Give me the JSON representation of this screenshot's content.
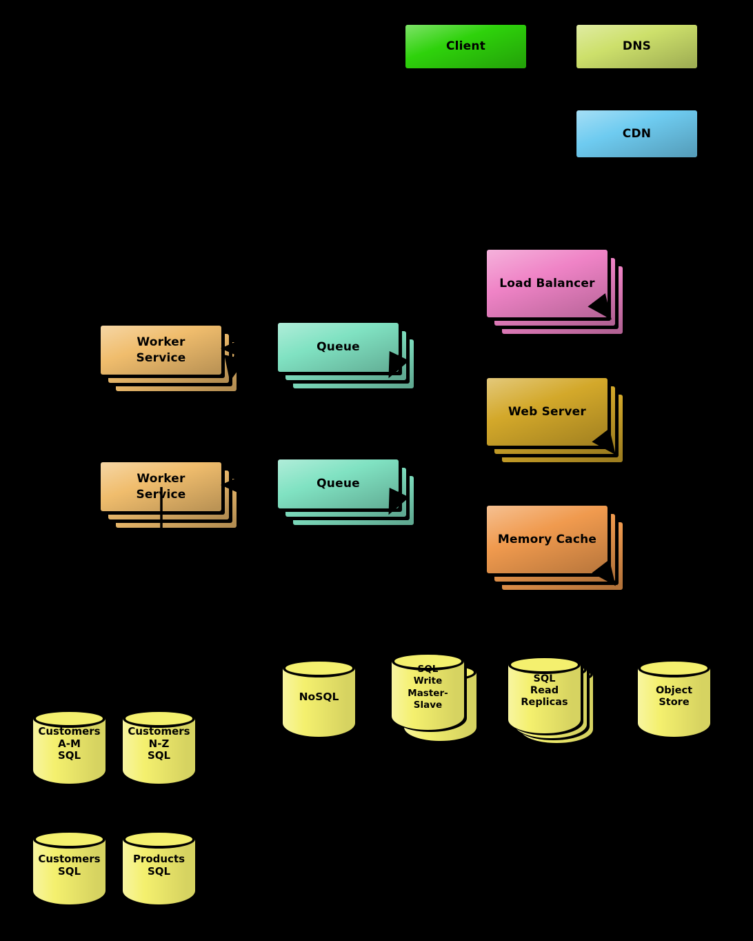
{
  "canvas": {
    "background": "#000000"
  },
  "colors": {
    "client": "#2ed20b",
    "dns": "#cde06b",
    "cdn": "#6ecbf0",
    "load_balancer": "#ef83c6",
    "web_server": "#d3a82a",
    "memory_cache": "#f09a4e",
    "worker_service": "#f0bd6d",
    "queue": "#80e2c2",
    "database": "#f4f06e",
    "arrows": "#000000"
  },
  "nodes": {
    "client": {
      "label": "Client"
    },
    "dns": {
      "label": "DNS"
    },
    "cdn": {
      "label": "CDN"
    },
    "load_balancer": {
      "label": "Load Balancer"
    },
    "web_server": {
      "label": "Web Server"
    },
    "memory_cache": {
      "label": "Memory Cache"
    },
    "worker_service_top": {
      "label": "Worker\nService"
    },
    "worker_service_bottom": {
      "label": "Worker\nService"
    },
    "queue_top": {
      "label": "Queue"
    },
    "queue_bottom": {
      "label": "Queue"
    },
    "nosql": {
      "label": "NoSQL"
    },
    "sql_write_master_slave": {
      "label": "SQL\nWrite\nMaster-\nSlave"
    },
    "sql_read_replicas": {
      "label": "SQL\nRead\nReplicas"
    },
    "object_store": {
      "label": "Object\nStore"
    },
    "customers_am_sql": {
      "label": "Customers\nA-M\nSQL"
    },
    "customers_nz_sql": {
      "label": "Customers\nN-Z\nSQL"
    },
    "customers_sql": {
      "label": "Customers\nSQL"
    },
    "products_sql": {
      "label": "Products\nSQL"
    }
  }
}
